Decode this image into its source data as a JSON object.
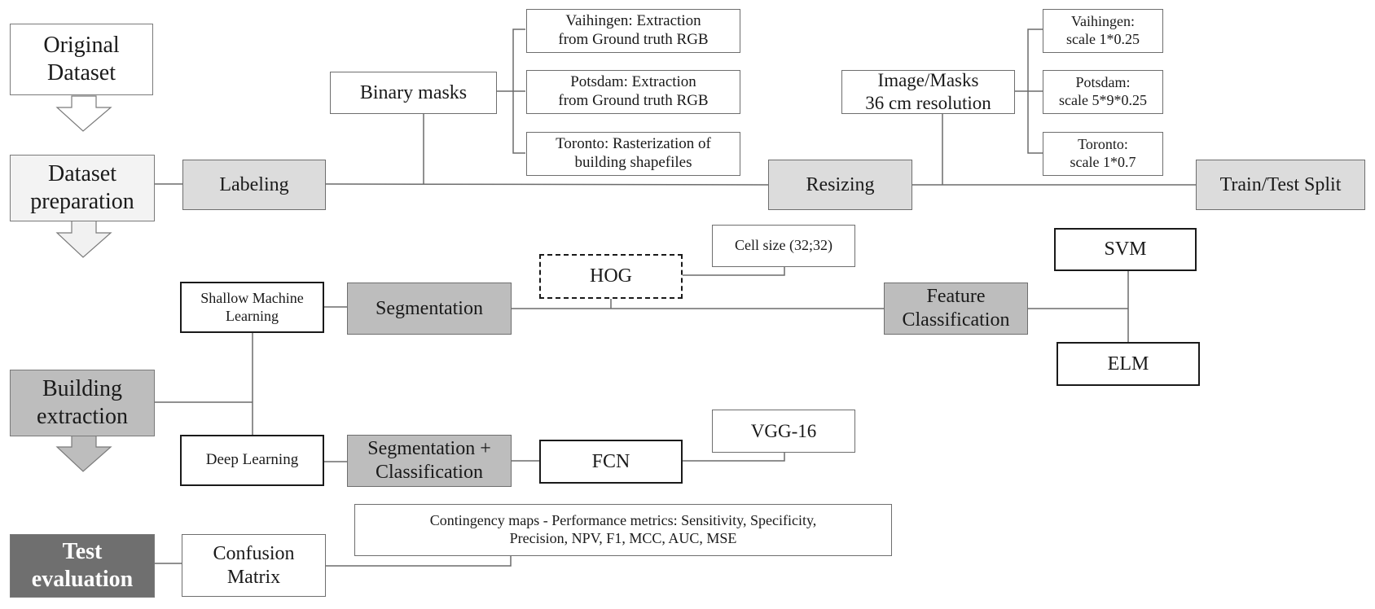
{
  "phases": {
    "original": "Original\nDataset",
    "preparation": "Dataset\npreparation",
    "extraction": "Building\nextraction",
    "evaluation": "Test\nevaluation"
  },
  "preparation": {
    "labeling": "Labeling",
    "binary_masks": "Binary masks",
    "vaihingen_mask": "Vaihingen:  Extraction\nfrom Ground truth RGB",
    "potsdam_mask": "Potsdam:  Extraction\nfrom Ground truth RGB",
    "toronto_mask": "Toronto:  Rasterization  of\nbuilding  shapefiles",
    "resizing": "Resizing",
    "image_masks": "Image/Masks\n36 cm resolution",
    "vaihingen_scale": "Vaihingen:\nscale 1*0.25",
    "potsdam_scale": "Potsdam:\nscale 5*9*0.25",
    "toronto_scale": "Toronto:\nscale 1*0.7",
    "split": "Train/Test Split"
  },
  "extraction": {
    "shallow": "Shallow Machine\nLearning",
    "segmentation": "Segmentation",
    "hog": "HOG",
    "cell_size": "Cell size (32;32)",
    "feature_classification": "Feature\nClassification",
    "svm": "SVM",
    "elm": "ELM",
    "deep": "Deep Learning",
    "seg_class": "Segmentation +\nClassification",
    "fcn": "FCN",
    "vgg": "VGG-16"
  },
  "evaluation": {
    "confusion": "Confusion\nMatrix",
    "metrics": "Contingency maps - Performance metrics: Sensitivity, Specificity,\nPrecision,  NPV, F1, MCC, AUC, MSE"
  },
  "colors": {
    "line": "#6b6b6b",
    "arrow_fill_light": "#ffffff",
    "arrow_fill_mid": "#e6e6e6",
    "arrow_fill_dark": "#bdbdbd"
  }
}
